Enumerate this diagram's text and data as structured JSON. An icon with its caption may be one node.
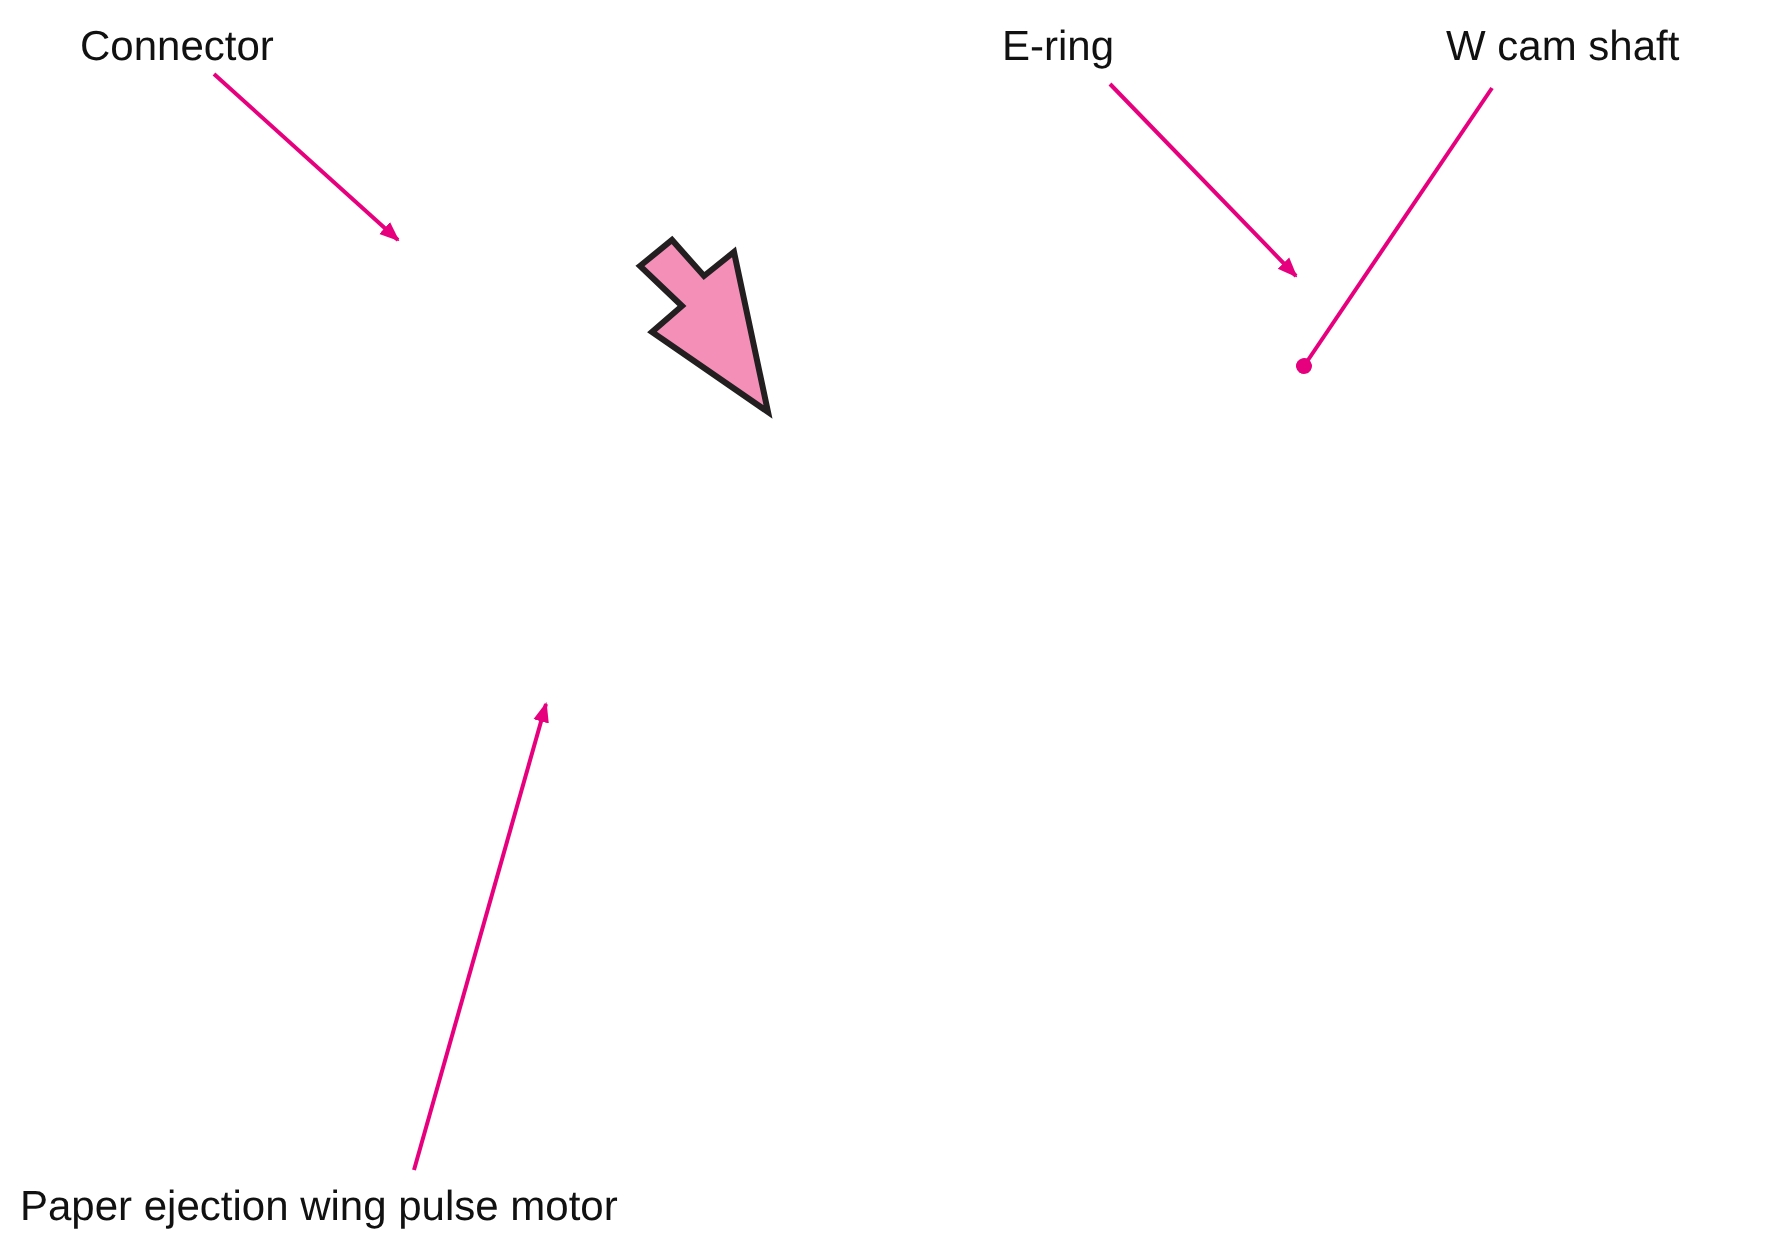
{
  "diagram": {
    "nodes": [
      {
        "text": [
          "Connector"
        ]
      },
      {
        "text": [
          "E-ring"
        ]
      },
      {
        "text": [
          "W cam shaft"
        ]
      },
      {
        "text": [
          "Paper ejection wing pulse motor"
        ]
      }
    ],
    "edges": [
      {
        "from": 0,
        "to": null,
        "arrow": "to"
      },
      {
        "from": 1,
        "to": null,
        "arrow": "to"
      },
      {
        "from": 2,
        "to": null,
        "arrow": "other"
      },
      {
        "from": 3,
        "to": null,
        "arrow": "to"
      }
    ]
  }
}
